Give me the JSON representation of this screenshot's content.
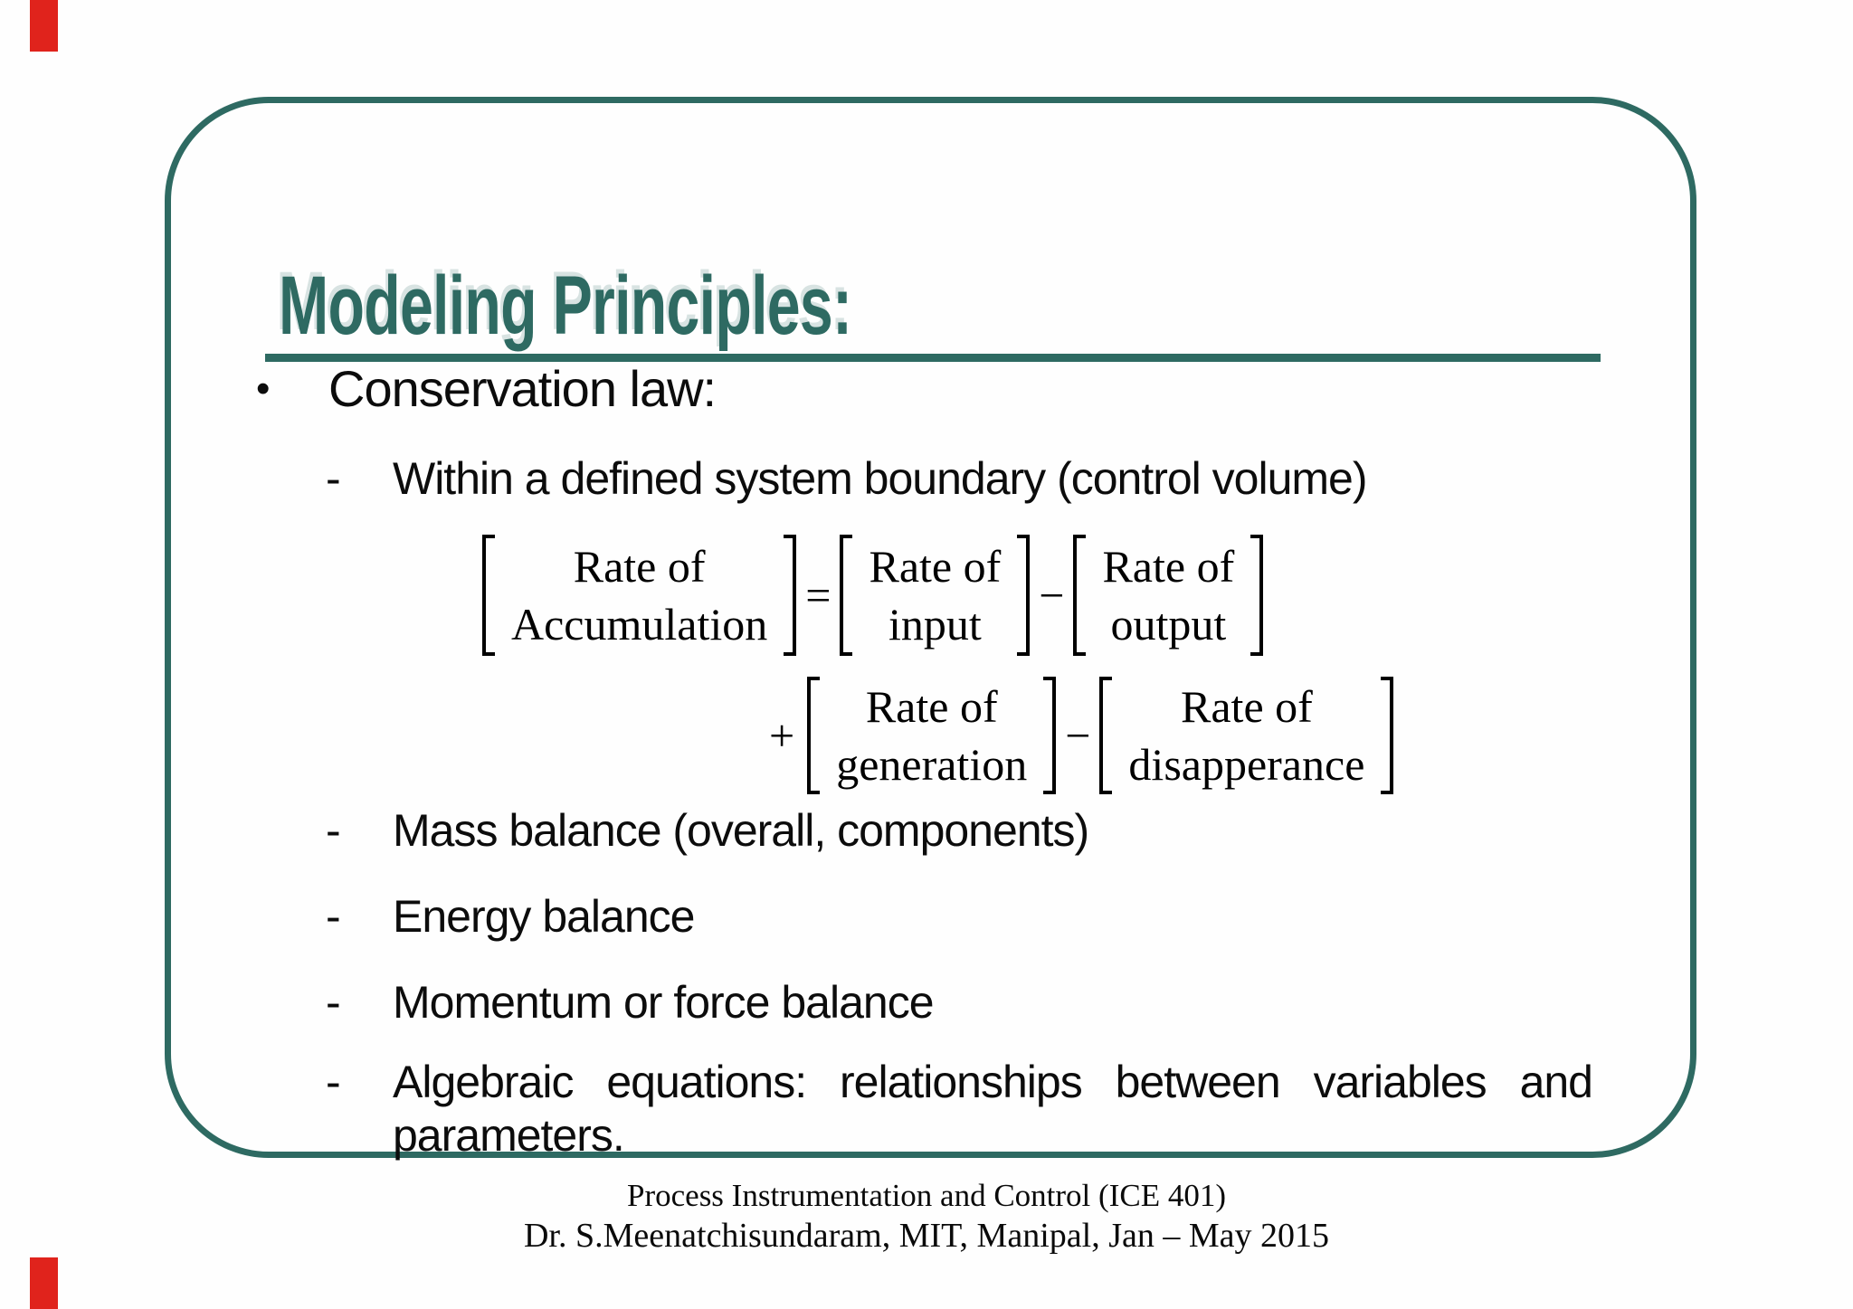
{
  "colors": {
    "accent_teal": "#2e6a62",
    "red_mark": "#e0231c"
  },
  "slide": {
    "title": "Modeling Principles:"
  },
  "bullets": {
    "marker": "•",
    "dash": "-",
    "level1": "Conservation law:",
    "within": "Within a defined system boundary (control volume)",
    "mass": "Mass balance (overall, components)",
    "energy": "Energy balance",
    "momentum": "Momentum or force balance",
    "algebraic_line1": "Algebraic equations: relationships between variables and",
    "algebraic_line2": "parameters."
  },
  "equation": {
    "r1": {
      "t1top": "Rate of",
      "t1bot": "Accumulation",
      "op1": "=",
      "t2top": "Rate of",
      "t2bot": "input",
      "op2": "−",
      "t3top": "Rate of",
      "t3bot": "output"
    },
    "r2": {
      "plus": "+",
      "t1top": "Rate of",
      "t1bot": "generation",
      "op1": "−",
      "t2top": "Rate of",
      "t2bot": "disapperance"
    }
  },
  "footer": {
    "line1": "Process Instrumentation and Control (ICE 401)",
    "line2": "Dr. S.Meenatchisundaram, MIT, Manipal, Jan – May 2015"
  }
}
